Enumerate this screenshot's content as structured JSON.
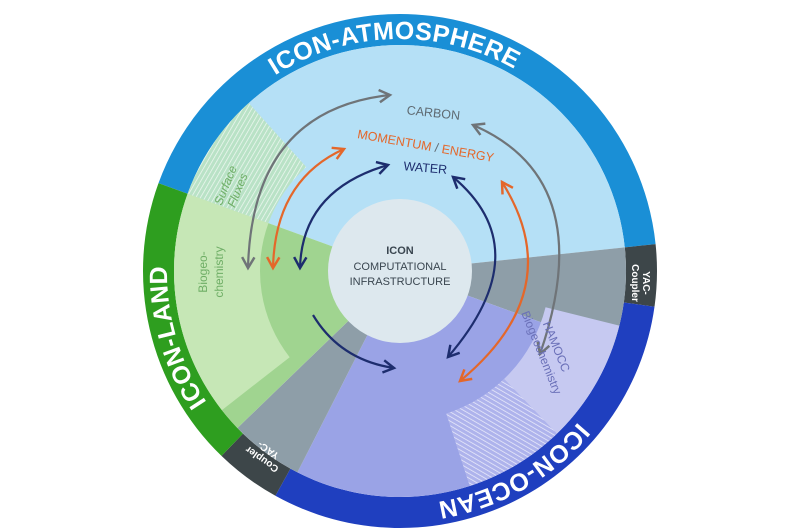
{
  "diagram": {
    "components": {
      "atmosphere": "ICON-ATMOSPHERE",
      "land": "ICON-LAND",
      "ocean": "ICON-OCEAN"
    },
    "couplers": {
      "right": {
        "line1": "YAC-",
        "line2": "Coupler"
      },
      "bottom_left": {
        "line1": "YAC-",
        "line2": "Coupler"
      }
    },
    "center": {
      "title": "ICON",
      "line1": "COMPUTATIONAL",
      "line2": "INFRASTRUCTURE"
    },
    "flows": {
      "carbon": "CARBON",
      "momentum": "MOMENTUM",
      "separator": "/",
      "energy": "ENERGY",
      "water": "WATER"
    },
    "subcomponents": {
      "surface_fluxes": {
        "line1": "Surface",
        "line2": "Fluxes"
      },
      "land_biogeochemistry": {
        "line1": "Biogeo-",
        "line2": "chemistry"
      },
      "hamocc": {
        "line1": "HAMOCC",
        "line2": "Biogeochemistry"
      }
    },
    "colors": {
      "atmosphere_ring": "#1a8fd6",
      "atmosphere_inner": "#b5e0f6",
      "land_ring": "#2e9e1f",
      "land_inner": "#a0d490",
      "land_biogeo": "#c6e7b6",
      "ocean_ring": "#1f3fbf",
      "ocean_inner": "#9aa3e6",
      "hamocc": "#c6c9f1",
      "coupler_inner": "#8e9ea8",
      "coupler_ring": "#3d4649",
      "center": "#dde8ee",
      "carbon": "#6f7478",
      "momentum": "#e4672a",
      "water": "#1d2d6e"
    }
  }
}
